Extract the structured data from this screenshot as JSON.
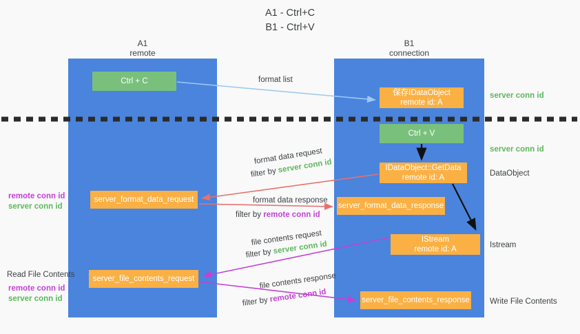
{
  "title": "A1 - Ctrl+C\nB1 - Ctrl+V",
  "columns": {
    "a1": {
      "name": "A1",
      "role": "remote",
      "header": "A1\nremote"
    },
    "b1": {
      "name": "B1",
      "role": "connection",
      "header": "B1\nconnection"
    }
  },
  "nodes": {
    "ctrl_c": {
      "label": "Ctrl + C",
      "color": "#79c07c"
    },
    "save_idataobject": {
      "label": "保存IDataObject\nremote id: A",
      "color": "#fbb044"
    },
    "ctrl_v": {
      "label": "Ctrl + V",
      "color": "#79c07c"
    },
    "getdata": {
      "label": "IDataObject::GetData\nremote id: A",
      "color": "#fbb044"
    },
    "format_data_request": {
      "label": "server_format_data_request",
      "color": "#fbb044"
    },
    "format_data_response": {
      "label": "server_format_data_response",
      "color": "#fbb044"
    },
    "istream": {
      "label": "IStream\nremote id: A",
      "color": "#fbb044"
    },
    "file_contents_request": {
      "label": "server_file_contents_request",
      "color": "#fbb044"
    },
    "file_contents_response": {
      "label": "server_file_contents_response",
      "color": "#fbb044"
    }
  },
  "edges": {
    "format_list": {
      "label": "format list",
      "color": "#9fc9ef"
    },
    "format_data_request": {
      "line1": "format data request",
      "filter_prefix": "filter by ",
      "filter_key": "server conn id",
      "color": "#e8716d"
    },
    "format_data_response": {
      "line1": "format data response",
      "filter_prefix": "filter by ",
      "filter_key": "remote conn id",
      "color": "#e8716d"
    },
    "file_contents_request": {
      "line1": "file contents request",
      "filter_prefix": "filter by ",
      "filter_key": "server conn id",
      "color": "#c441d6"
    },
    "file_contents_response": {
      "line1": "file contents response",
      "filter_prefix": "filter by ",
      "filter_key": "remote conn id",
      "color": "#c441d6"
    }
  },
  "right_labels": {
    "server_conn_id_top": "server conn id",
    "server_conn_id_mid": "server conn id",
    "dataobject": "DataObject",
    "istream": "Istream",
    "write_file_contents": "Write File Contents"
  },
  "left_labels": {
    "remote_conn_id_1": "remote conn id",
    "server_conn_id_1": "server conn id",
    "read_file_contents": "Read File Contents",
    "remote_conn_id_2": "remote conn id",
    "server_conn_id_2": "server conn id"
  },
  "colors": {
    "column_blue": "#4a84dd",
    "node_green": "#79c07c",
    "node_orange": "#fbb044",
    "server_conn_id": "#5cb85c",
    "remote_conn_id": "#c441d6",
    "background": "#f9f9f9",
    "text": "#3c4043",
    "divider": "#2b2b2b"
  }
}
